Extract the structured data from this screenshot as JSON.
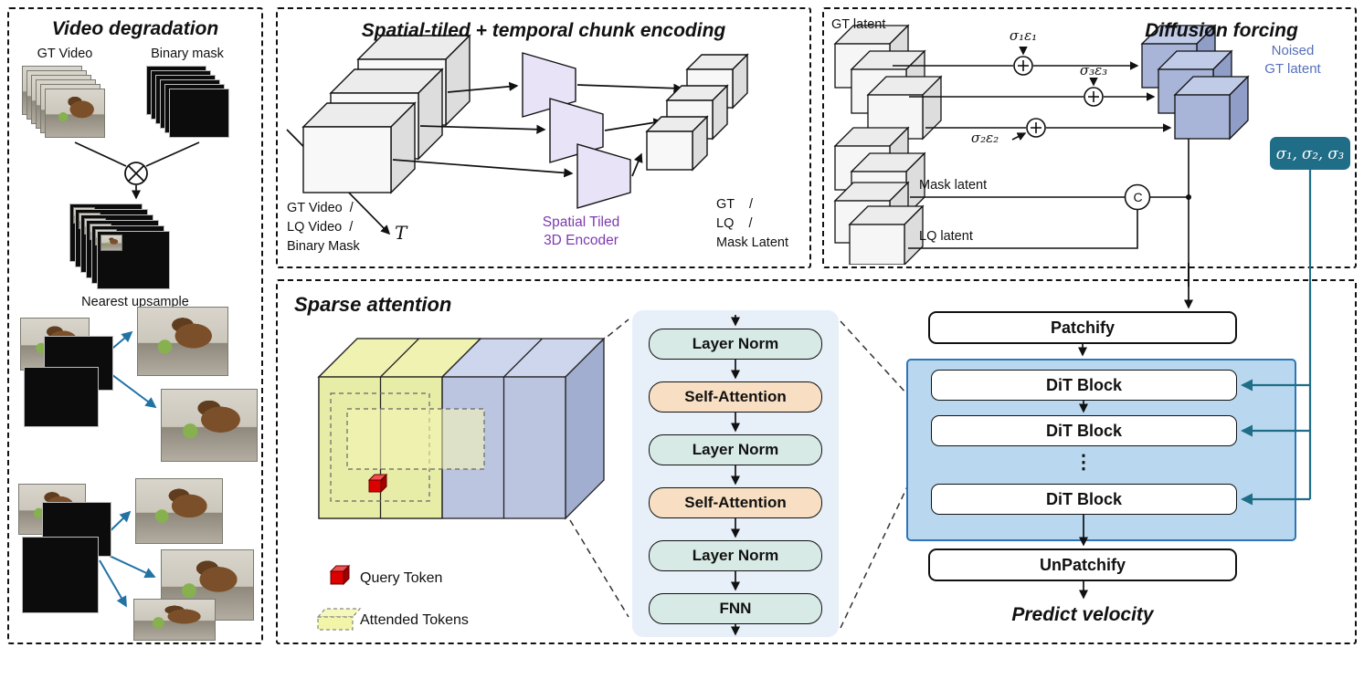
{
  "colors": {
    "teal_accent": "#1f6d87",
    "steel_blue_arrows": "#2272a4",
    "dit_container_fill": "#b9d8ef",
    "dit_container_border": "#2e75b6",
    "encoder_purple": "#7c3aaf",
    "noised_text_blue": "#5570b8",
    "layer_norm_fill": "#d8eae5",
    "self_attention_fill": "#f8dfc3",
    "attended_yellow": "#eef29c",
    "token_cube_blue": "#b5bfdd",
    "query_token_red": "#dd0000"
  },
  "degradation": {
    "title": "Video degradation",
    "gt_video_label": "GT Video",
    "binary_mask_label": "Binary mask",
    "nearest_upsample_label": "Nearest upsample"
  },
  "encoding": {
    "title": "Spatial-tiled + temporal chunk encoding",
    "input_lines": [
      "GT Video  /",
      "LQ Video  /",
      "Binary Mask"
    ],
    "time_axis_label": "T",
    "encoder_lines": [
      "Spatial Tiled",
      "3D Encoder"
    ],
    "output_lines": [
      "GT    /",
      "LQ    /",
      "Mask Latent"
    ]
  },
  "forcing": {
    "title": "Diffusion forcing",
    "gt_latent_label": "GT latent",
    "noise_terms": [
      "σ₁ε₁",
      "σ₂ε₂",
      "σ₃ε₃"
    ],
    "noised_lines": [
      "Noised",
      "GT latent"
    ],
    "mask_latent_label": "Mask latent",
    "lq_latent_label": "LQ latent",
    "concat_label": "C",
    "sigma_box_label": "σ₁, σ₂, σ₃"
  },
  "attention": {
    "title": "Sparse attention",
    "query_token_label": "Query Token",
    "attended_tokens_label": "Attended Tokens",
    "transformer_blocks": [
      "Layer Norm",
      "Self-Attention",
      "Layer Norm",
      "Self-Attention",
      "Layer Norm",
      "FNN"
    ],
    "patchify_label": "Patchify",
    "dit_block_labels": [
      "DiT Block",
      "DiT Block",
      "DiT Block"
    ],
    "ellipsis": "⋮",
    "unpatchify_label": "UnPatchify",
    "predict_label": "Predict velocity"
  }
}
